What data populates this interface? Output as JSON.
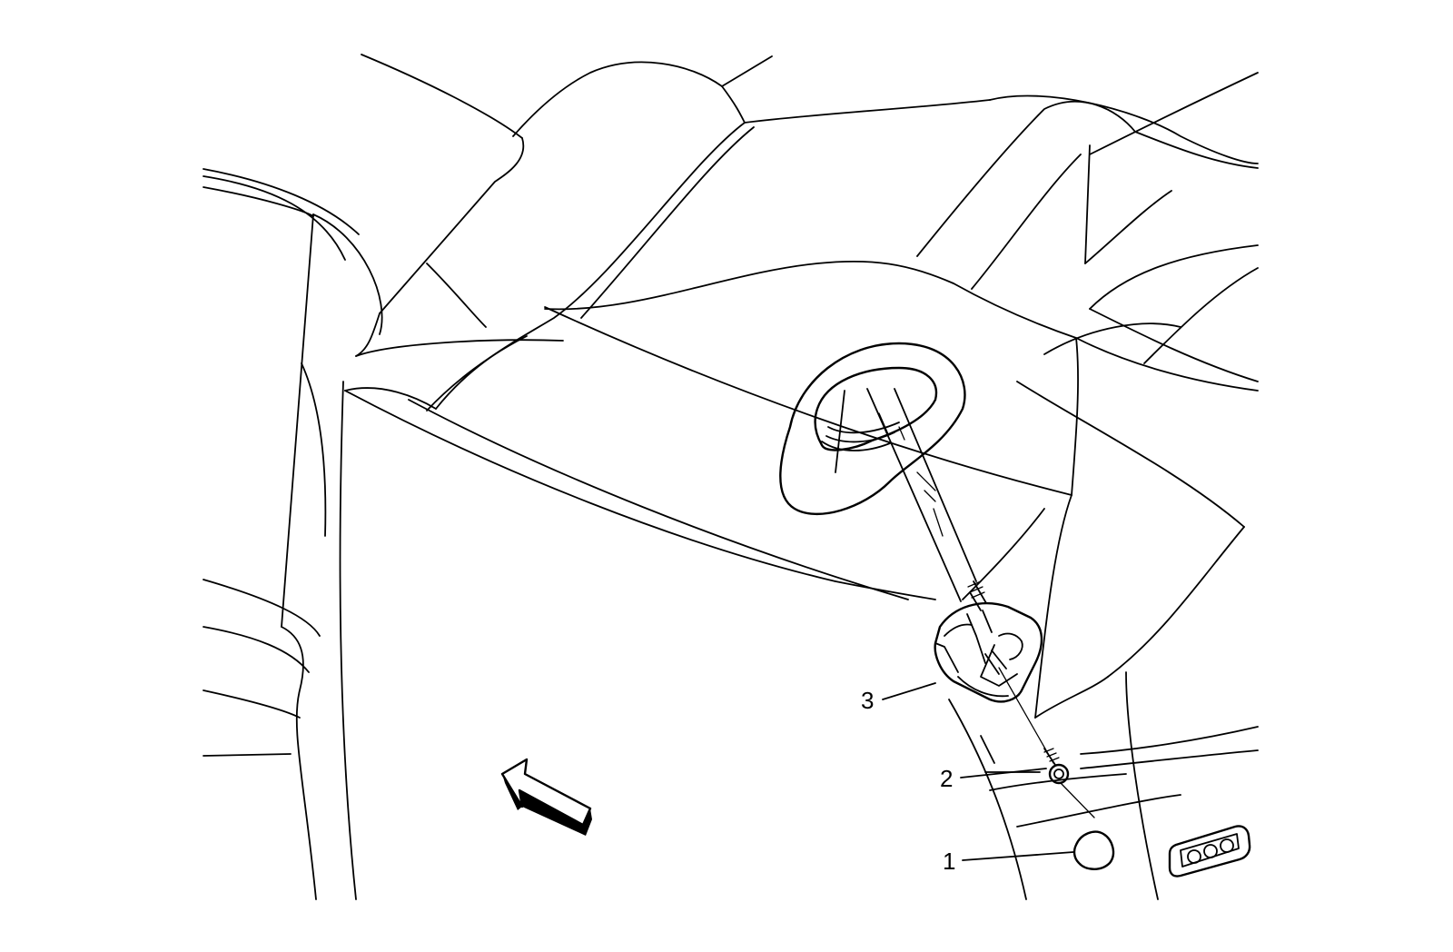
{
  "diagram": {
    "colors": {
      "line": "#000000",
      "background": "#ffffff"
    },
    "callouts": [
      {
        "id": "1",
        "label": "1"
      },
      {
        "id": "2",
        "label": "2"
      },
      {
        "id": "3",
        "label": "3"
      }
    ],
    "icons": {
      "view_arrow": "view-direction-arrow-icon",
      "switch": "three-button-switch-icon"
    }
  }
}
